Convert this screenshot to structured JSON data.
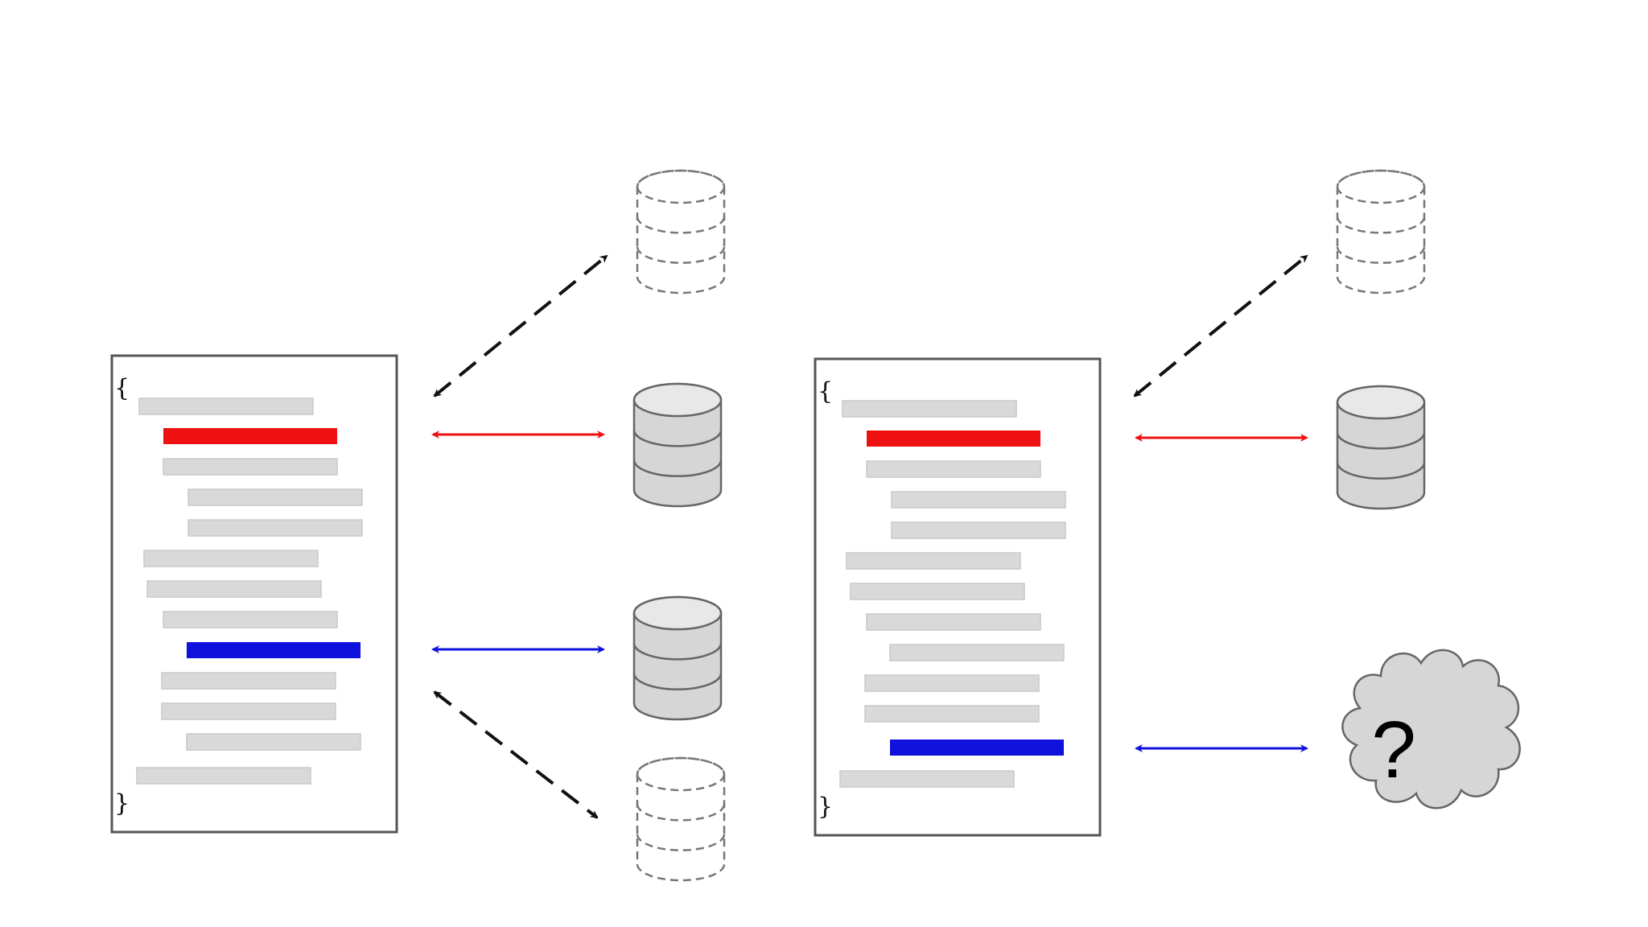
{
  "colors": {
    "red": "#ee1111",
    "blue": "#1111dd",
    "black": "#111111",
    "db_fill": "#d6d6d6",
    "db_top": "#e8e8e8",
    "db_stroke": "#666666",
    "dashed_db_stroke": "#777777",
    "cloud_fill": "#d6d6d6"
  },
  "documents": [
    {
      "open_brace": "{",
      "close_brace": "}",
      "lines": [
        "gray",
        "red",
        "gray",
        "gray",
        "gray",
        "gray",
        "gray",
        "gray",
        "blue",
        "gray",
        "gray",
        "gray",
        "gray"
      ]
    },
    {
      "open_brace": "{",
      "close_brace": "}",
      "lines": [
        "gray",
        "red",
        "gray",
        "gray",
        "gray",
        "gray",
        "gray",
        "gray",
        "gray",
        "gray",
        "gray",
        "blue",
        "gray"
      ]
    }
  ],
  "left_group": {
    "targets": [
      "dashed-database-icon",
      "database-icon",
      "database-icon",
      "dashed-database-icon"
    ],
    "arrows": [
      "dashed-black",
      "red",
      "blue",
      "dashed-black"
    ]
  },
  "right_group": {
    "targets": [
      "dashed-database-icon",
      "database-icon",
      "cloud-icon"
    ],
    "arrows": [
      "dashed-black",
      "red",
      "blue"
    ]
  },
  "cloud": {
    "symbol": "?"
  }
}
